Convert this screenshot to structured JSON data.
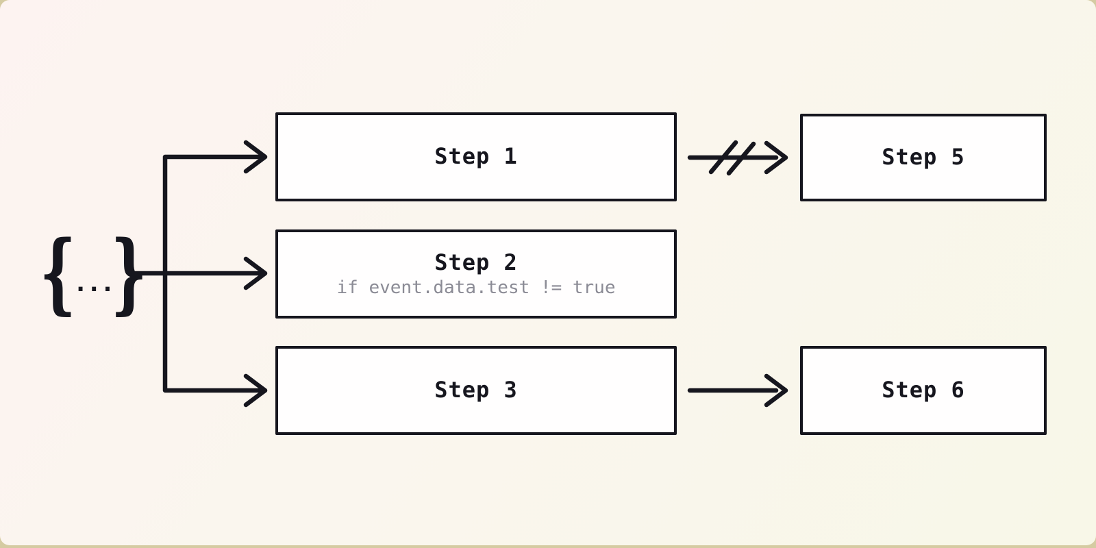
{
  "colors": {
    "ink": "#16161e",
    "muted": "#8b8b95",
    "node-bg": "#fffefe",
    "canvas-from": "#fdf3f1",
    "canvas-mid": "#faf6ee",
    "canvas-to": "#f8f7e8",
    "page-bg": "#d5cba2"
  },
  "trigger": {
    "symbol": "{...}",
    "brace_left": "{",
    "dots": "...",
    "brace_right": "}"
  },
  "nodes": {
    "step1": {
      "label": "Step 1"
    },
    "step2": {
      "label": "Step 2",
      "condition": "if event.data.test != true"
    },
    "step3": {
      "label": "Step 3"
    },
    "step5": {
      "label": "Step 5"
    },
    "step6": {
      "label": "Step 6"
    }
  },
  "edges": [
    {
      "from": "trigger",
      "to": "step1",
      "style": "normal"
    },
    {
      "from": "trigger",
      "to": "step2",
      "style": "normal"
    },
    {
      "from": "trigger",
      "to": "step3",
      "style": "normal"
    },
    {
      "from": "step1",
      "to": "step5",
      "style": "cancelled"
    },
    {
      "from": "step3",
      "to": "step6",
      "style": "normal"
    }
  ]
}
